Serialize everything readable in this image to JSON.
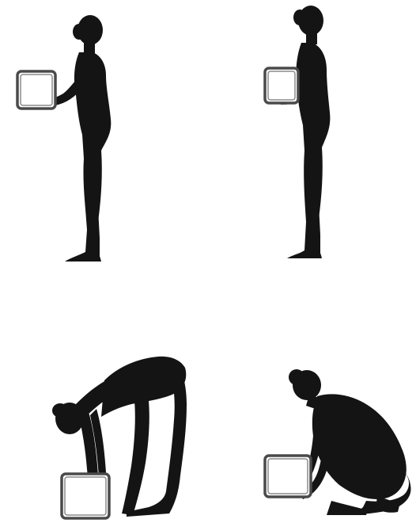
{
  "colors": {
    "silhouette": "#141414",
    "box_outline": "#4a4a4a",
    "background": "#ffffff"
  },
  "panels": [
    {
      "id": "p1",
      "name": "standing-box-far-from-body",
      "icon": "person-standing-holding-box-arms-extended"
    },
    {
      "id": "p2",
      "name": "standing-box-close-to-body",
      "icon": "person-standing-holding-box-close"
    },
    {
      "id": "p3",
      "name": "bending-at-waist-to-lift-box",
      "icon": "person-stooping-lifting-box"
    },
    {
      "id": "p4",
      "name": "squatting-to-lift-box",
      "icon": "person-squatting-lifting-box"
    }
  ]
}
